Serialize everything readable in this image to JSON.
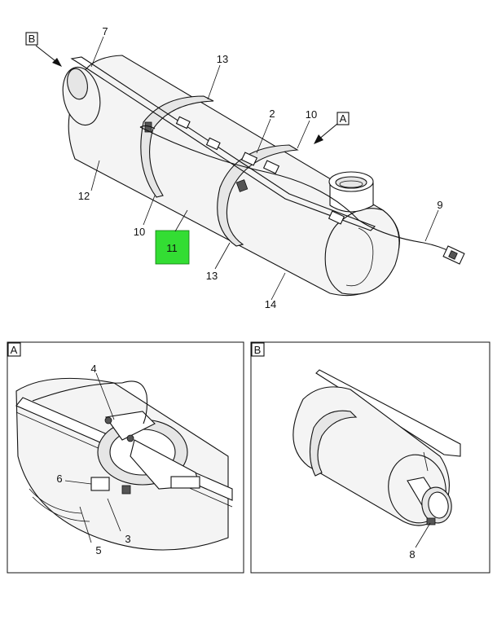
{
  "main_view": {
    "view_refs": {
      "b": "B",
      "a": "A"
    },
    "callouts": {
      "c7": "7",
      "c13_top": "13",
      "c2": "2",
      "c10_right": "10",
      "c9": "9",
      "c12": "12",
      "c10_left": "10",
      "c11": "11",
      "c13_bottom": "13",
      "c14": "14"
    },
    "highlight_color": "#33dd33"
  },
  "detail_a": {
    "title": "A",
    "callouts": {
      "c4": "4",
      "c6": "6",
      "c3": "3",
      "c5": "5"
    }
  },
  "detail_b": {
    "title": "B",
    "callouts": {
      "c8": "8"
    }
  }
}
